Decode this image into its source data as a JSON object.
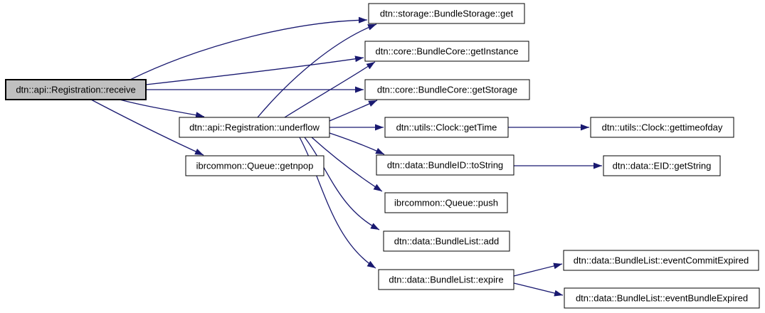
{
  "colors": {
    "background": "#ffffff",
    "edge": "#191970",
    "node_border": "#000000",
    "node_fill": "#ffffff",
    "highlight_fill": "#c0c0c0",
    "text": "#000000"
  },
  "graph": {
    "type": "call-graph",
    "nodes": [
      {
        "id": "receive",
        "label": "dtn::api::Registration::receive",
        "highlighted": true
      },
      {
        "id": "get",
        "label": "dtn::storage::BundleStorage::get",
        "highlighted": false
      },
      {
        "id": "getInstance",
        "label": "dtn::core::BundleCore::getInstance",
        "highlighted": false
      },
      {
        "id": "getStorage",
        "label": "dtn::core::BundleCore::getStorage",
        "highlighted": false
      },
      {
        "id": "underflow",
        "label": "dtn::api::Registration::underflow",
        "highlighted": false
      },
      {
        "id": "getnpop",
        "label": "ibrcommon::Queue::getnpop",
        "highlighted": false
      },
      {
        "id": "getTime",
        "label": "dtn::utils::Clock::getTime",
        "highlighted": false
      },
      {
        "id": "toString",
        "label": "dtn::data::BundleID::toString",
        "highlighted": false
      },
      {
        "id": "gettimeofday",
        "label": "dtn::utils::Clock::gettimeofday",
        "highlighted": false
      },
      {
        "id": "getString",
        "label": "dtn::data::EID::getString",
        "highlighted": false
      },
      {
        "id": "push",
        "label": "ibrcommon::Queue::push",
        "highlighted": false
      },
      {
        "id": "add",
        "label": "dtn::data::BundleList::add",
        "highlighted": false
      },
      {
        "id": "expire",
        "label": "dtn::data::BundleList::expire",
        "highlighted": false
      },
      {
        "id": "eventCommitExpired",
        "label": "dtn::data::BundleList::eventCommitExpired",
        "highlighted": false
      },
      {
        "id": "eventBundleExpired",
        "label": "dtn::data::BundleList::eventBundleExpired",
        "highlighted": false
      }
    ],
    "edges": [
      {
        "from": "receive",
        "to": "get"
      },
      {
        "from": "receive",
        "to": "getInstance"
      },
      {
        "from": "receive",
        "to": "getStorage"
      },
      {
        "from": "receive",
        "to": "underflow"
      },
      {
        "from": "receive",
        "to": "getnpop"
      },
      {
        "from": "underflow",
        "to": "get"
      },
      {
        "from": "underflow",
        "to": "getInstance"
      },
      {
        "from": "underflow",
        "to": "getStorage"
      },
      {
        "from": "underflow",
        "to": "getTime"
      },
      {
        "from": "underflow",
        "to": "toString"
      },
      {
        "from": "underflow",
        "to": "push"
      },
      {
        "from": "underflow",
        "to": "add"
      },
      {
        "from": "underflow",
        "to": "expire"
      },
      {
        "from": "getTime",
        "to": "gettimeofday"
      },
      {
        "from": "toString",
        "to": "getString"
      },
      {
        "from": "expire",
        "to": "eventCommitExpired"
      },
      {
        "from": "expire",
        "to": "eventBundleExpired"
      }
    ]
  }
}
